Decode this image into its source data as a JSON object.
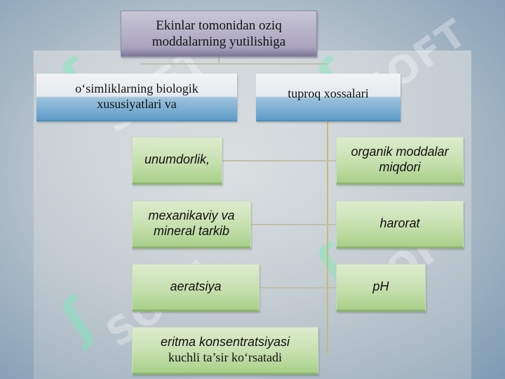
{
  "title": "Ekinlar tomonidan oziq moddalarning yutilishiga",
  "left_header": "o‘simliklarning biologik xususiyatlari va",
  "right_header": "tuproq xossalari",
  "left_items": [
    "unumdorlik,",
    "mexanikaviy va mineral tarkib",
    "aeratsiya"
  ],
  "bottom_item": {
    "line1": "eritma konsentratsiyasi",
    "line2": "kuchli ta’sir ko‘rsatadi"
  },
  "right_items": [
    "organik moddalar miqdori",
    "harorat",
    "pH"
  ],
  "watermark": "SOFT",
  "colors": {
    "title_fill": "#aaa4bf",
    "header_fill": "#5d9cc8",
    "item_fill": "#c6e0ae",
    "connector": "#c8ba74"
  }
}
